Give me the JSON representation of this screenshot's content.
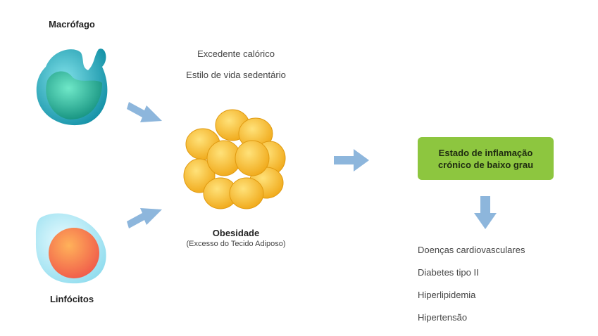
{
  "cells": {
    "macrophage_label": "Macrófago",
    "lymphocyte_label": "Linfócitos"
  },
  "causes": [
    "Excedente calórico",
    "Estilo de vida sedentário"
  ],
  "obesity": {
    "title": "Obesidade",
    "subtitle": "(Excesso do Tecido Adiposo)"
  },
  "inflammation_box": {
    "line1": "Estado de inflamação",
    "line2": "crónico de baixo grau"
  },
  "consequences": [
    "Doenças cardiovasculares",
    "Diabetes tipo II",
    "Hiperlipidemia",
    "Hipertensão"
  ],
  "colors": {
    "arrow": "#8db6dc",
    "box": "#8dc63f",
    "fat": "#f5b820"
  }
}
